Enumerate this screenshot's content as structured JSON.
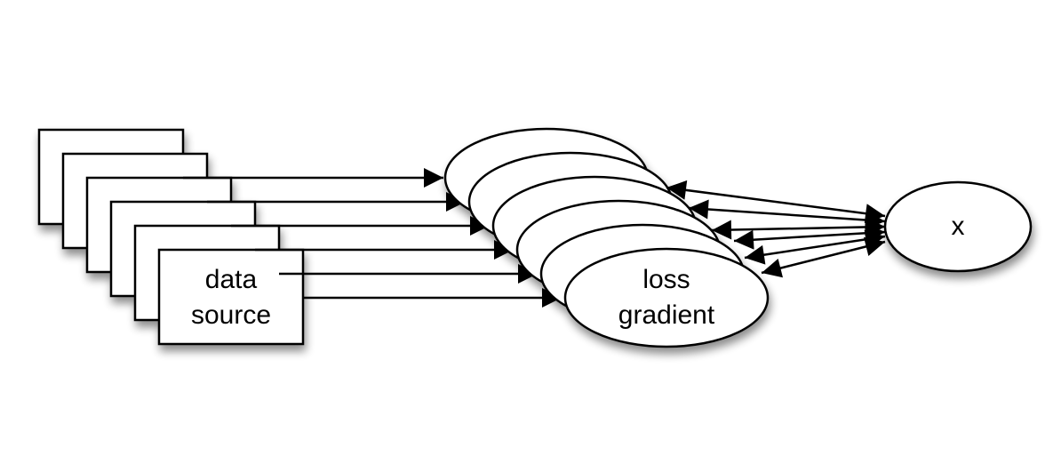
{
  "diagram": {
    "data_source_label_line1": "data",
    "data_source_label_line2": "source",
    "loss_gradient_label_line1": "loss",
    "loss_gradient_label_line2": "gradient",
    "x_label": "x"
  },
  "colors": {
    "stroke": "#000000",
    "fill": "#ffffff",
    "shadow": "#9a9a9a"
  }
}
